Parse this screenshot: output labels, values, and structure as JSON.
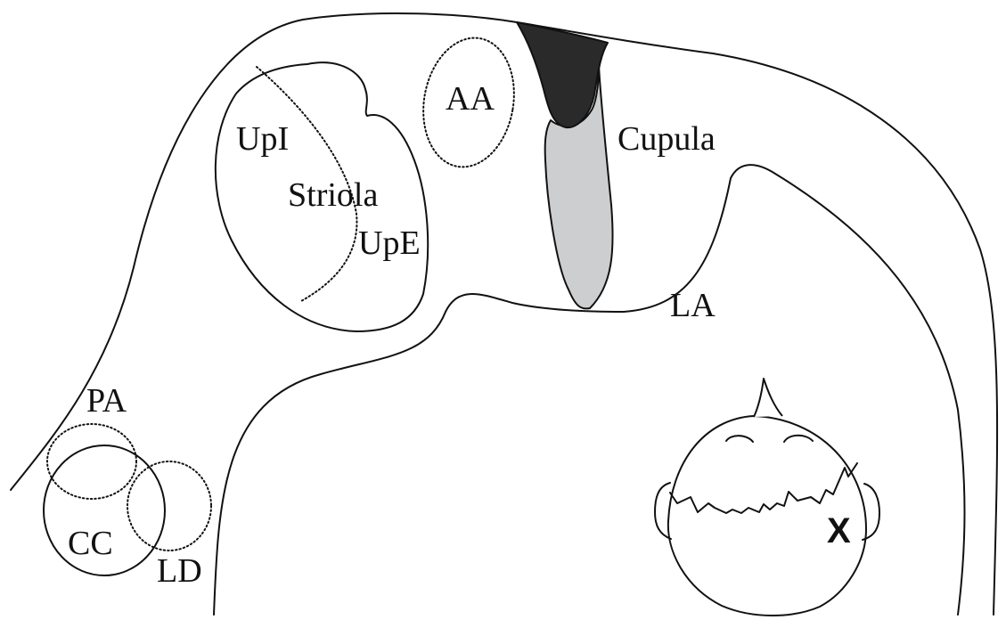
{
  "labels": {
    "upi": "UpI",
    "striola": "Striola",
    "upe": "UpE",
    "aa": "AA",
    "cupula": "Cupula",
    "la": "LA",
    "pa": "PA",
    "cc": "CC",
    "ld": "LD",
    "orientation_mark": "X"
  },
  "colors": {
    "cupula_upper": "#2a2a2a",
    "cupula_lower": "#cdced0",
    "line": "#111111",
    "background": "#ffffff"
  }
}
